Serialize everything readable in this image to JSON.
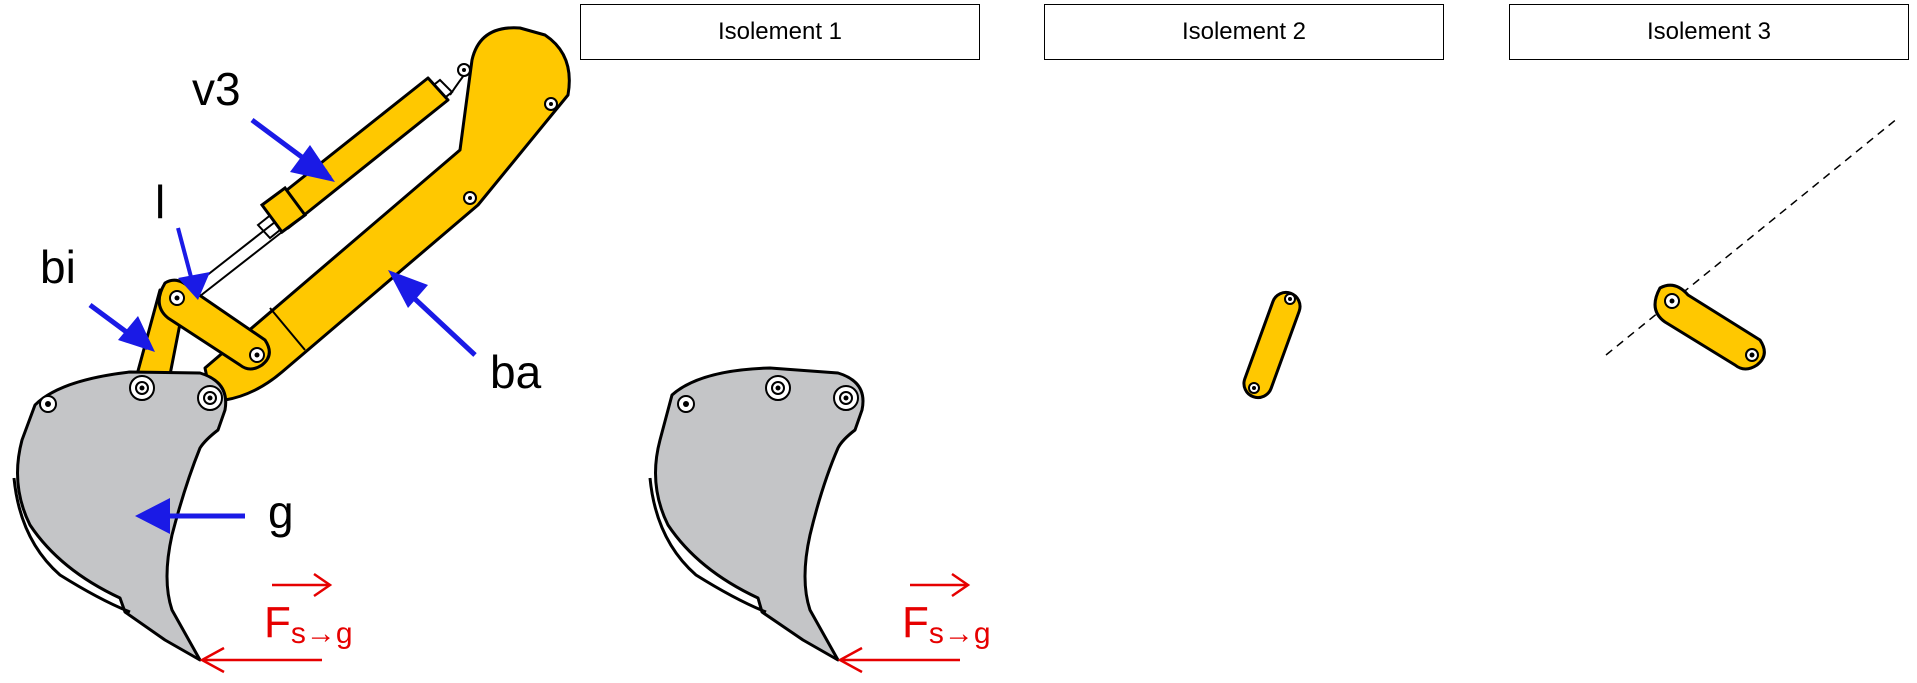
{
  "titles": {
    "iso1": "Isolement 1",
    "iso2": "Isolement 2",
    "iso3": "Isolement 3"
  },
  "labels": {
    "v3": "v3",
    "l": "l",
    "bi": "bi",
    "ba": "ba",
    "g": "g"
  },
  "force": {
    "main": "F",
    "subscript": "s→g"
  },
  "colors": {
    "yellow": "#FFC800",
    "grey": "#C4C5C7",
    "blue": "#1A1AE6",
    "red": "#E60000",
    "outline": "#000000"
  }
}
